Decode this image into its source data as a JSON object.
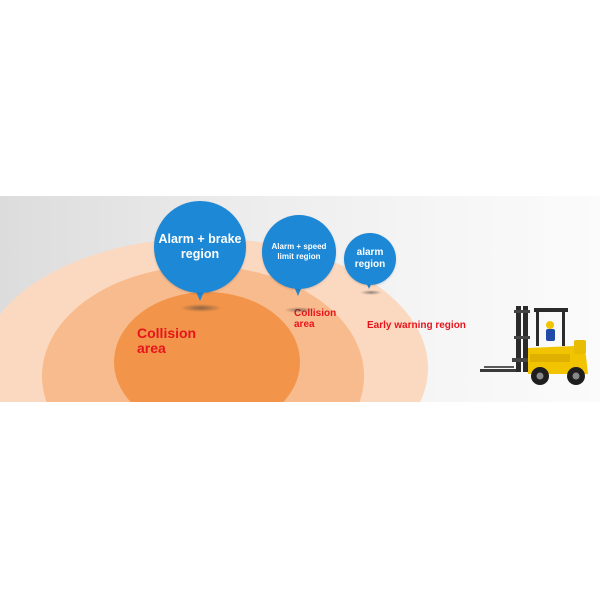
{
  "zones": {
    "collision_main": {
      "line1": "Collision",
      "line2": "area"
    },
    "collision_small": {
      "line1": "Collision",
      "line2": "area"
    },
    "early_warning": "Early warning region"
  },
  "bubbles": {
    "alarm_brake": {
      "line1": "Alarm + brake",
      "line2": "region"
    },
    "alarm_speed": {
      "line1": "Alarm + speed",
      "line2": "limit region"
    },
    "alarm": {
      "line1": "alarm",
      "line2": "region"
    }
  },
  "colors": {
    "outer_zone": "#fbd8c0",
    "middle_zone": "#f8bb8d",
    "inner_zone": "#f29449",
    "bubble": "#1d88d6",
    "label_red": "#e8141b",
    "forklift_yellow": "#f2c400"
  },
  "icons": {
    "vehicle": "forklift-icon"
  }
}
